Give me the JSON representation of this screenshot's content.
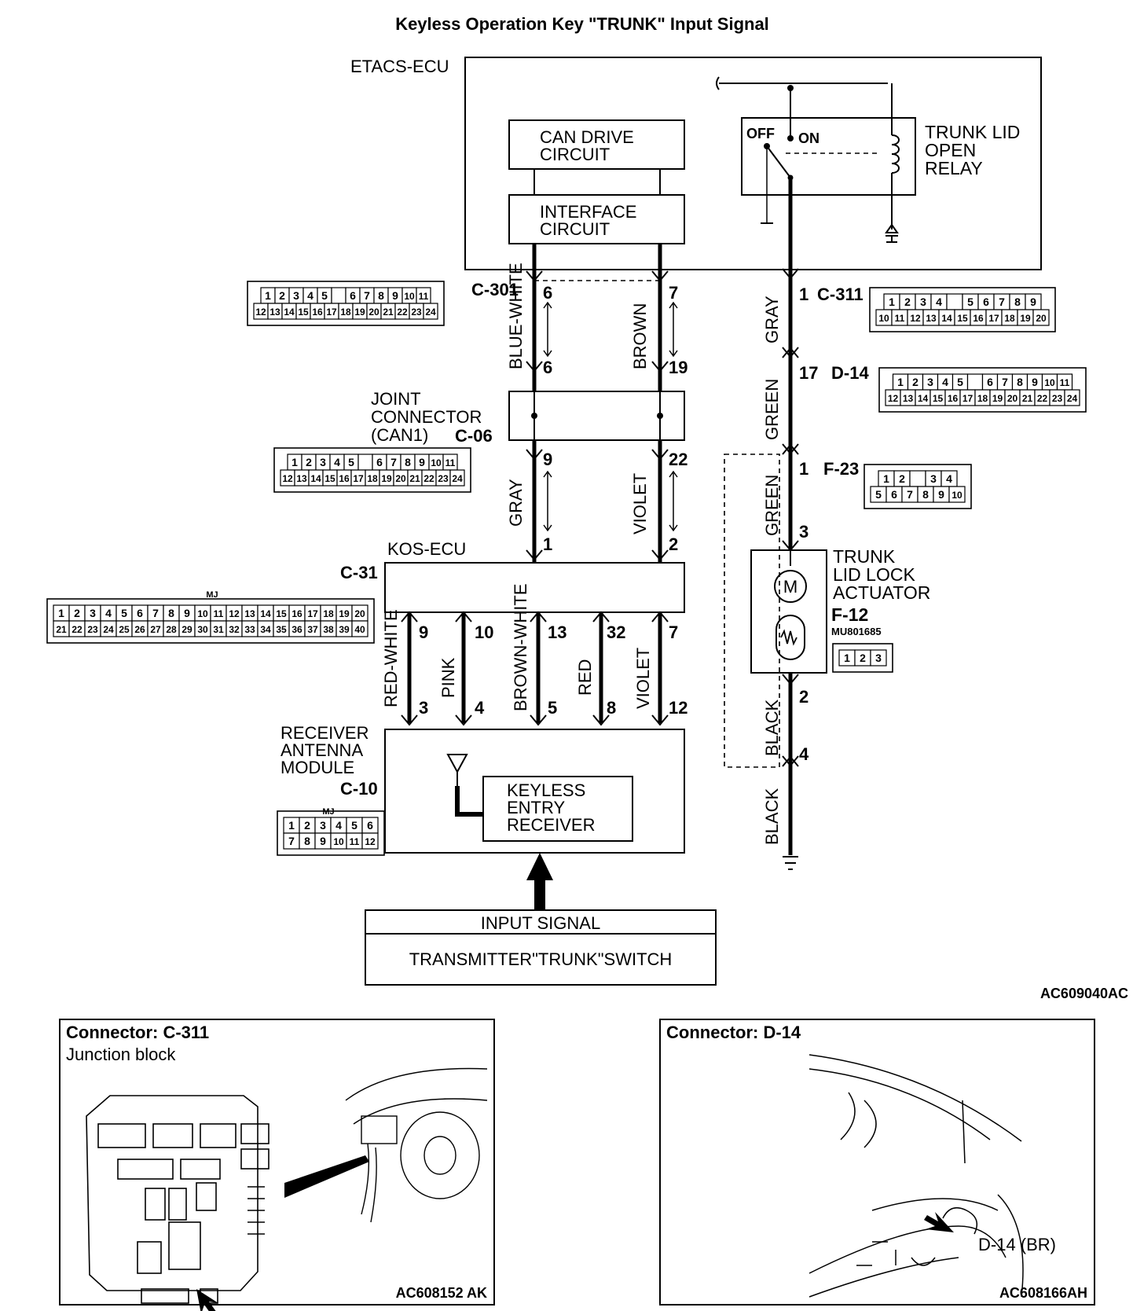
{
  "title": "Keyless Operation Key \"TRUNK\" Input Signal",
  "etacs": {
    "label": "ETACS-ECU",
    "can_drive": [
      "CAN DRIVE",
      "CIRCUIT"
    ],
    "interface": [
      "INTERFACE",
      "CIRCUIT"
    ],
    "relay": [
      "TRUNK LID",
      "OPEN",
      "RELAY"
    ],
    "off": "OFF",
    "on": "ON"
  },
  "connectors": {
    "c301": "C-301",
    "c06": "C-06",
    "c31": "C-31",
    "c10": "C-10",
    "c311": "C-311",
    "d14": "D-14",
    "f23": "F-23",
    "f12": "F-12",
    "mu": "MU801685",
    "mj": "MJ"
  },
  "joint": [
    "JOINT",
    "CONNECTOR",
    "(CAN1)"
  ],
  "kos_ecu": "KOS-ECU",
  "receiver": [
    "RECEIVER",
    "ANTENNA",
    "MODULE"
  ],
  "keyless": [
    "KEYLESS",
    "ENTRY",
    "RECEIVER"
  ],
  "actuator": [
    "TRUNK",
    "LID LOCK",
    "ACTUATOR"
  ],
  "input_signal": {
    "header": "INPUT SIGNAL",
    "value": "TRANSMITTER\"TRUNK\"SWITCH"
  },
  "wires": {
    "blue_white": "BLUE-WHITE",
    "brown": "BROWN",
    "gray": "GRAY",
    "violet": "VIOLET",
    "green": "GREEN",
    "black": "BLACK",
    "red_white": "RED-WHITE",
    "pink": "PINK",
    "brown_white": "BROWN-WHITE",
    "red": "RED"
  },
  "pins": {
    "p6a": "6",
    "p7a": "7",
    "p6b": "6",
    "p19": "19",
    "p9": "9",
    "p22": "22",
    "p1": "1",
    "p2": "2",
    "k9": "9",
    "k10": "10",
    "k13": "13",
    "k32": "32",
    "k7": "7",
    "r3": "3",
    "r4": "4",
    "r5": "5",
    "r8": "8",
    "r12": "12",
    "g1": "1",
    "g17": "17",
    "g1b": "1",
    "g3": "3",
    "g2": "2",
    "g4": "4"
  },
  "connector_grids": {
    "c301": {
      "rows": [
        [
          "1",
          "2",
          "3",
          "4",
          "5",
          "",
          "6",
          "7",
          "8",
          "9",
          "10",
          "11"
        ],
        [
          "12",
          "13",
          "14",
          "15",
          "16",
          "17",
          "18",
          "19",
          "20",
          "21",
          "22",
          "23",
          "24"
        ]
      ]
    },
    "c06": {
      "rows": [
        [
          "1",
          "2",
          "3",
          "4",
          "5",
          "",
          "6",
          "7",
          "8",
          "9",
          "10",
          "11"
        ],
        [
          "12",
          "13",
          "14",
          "15",
          "16",
          "17",
          "18",
          "19",
          "20",
          "21",
          "22",
          "23",
          "24"
        ]
      ]
    },
    "c31": {
      "rows": [
        [
          "1",
          "2",
          "3",
          "4",
          "5",
          "6",
          "7",
          "8",
          "9",
          "10",
          "11",
          "12",
          "13",
          "14",
          "15",
          "16",
          "17",
          "18",
          "19",
          "20"
        ],
        [
          "21",
          "22",
          "23",
          "24",
          "25",
          "26",
          "27",
          "28",
          "29",
          "30",
          "31",
          "32",
          "33",
          "34",
          "35",
          "36",
          "37",
          "38",
          "39",
          "40"
        ]
      ]
    },
    "c10": {
      "rows": [
        [
          "1",
          "2",
          "3",
          "4",
          "5",
          "6"
        ],
        [
          "7",
          "8",
          "9",
          "10",
          "11",
          "12"
        ]
      ]
    },
    "c311": {
      "rows": [
        [
          "1",
          "2",
          "3",
          "4",
          "",
          "5",
          "6",
          "7",
          "8",
          "9"
        ],
        [
          "10",
          "11",
          "12",
          "13",
          "14",
          "15",
          "16",
          "17",
          "18",
          "19",
          "20"
        ]
      ]
    },
    "d14": {
      "rows": [
        [
          "1",
          "2",
          "3",
          "4",
          "5",
          "",
          "6",
          "7",
          "8",
          "9",
          "10",
          "11"
        ],
        [
          "12",
          "13",
          "14",
          "15",
          "16",
          "17",
          "18",
          "19",
          "20",
          "21",
          "22",
          "23",
          "24"
        ]
      ]
    },
    "f23": {
      "rows": [
        [
          "1",
          "2",
          "",
          "3",
          "4"
        ],
        [
          "5",
          "6",
          "7",
          "8",
          "9",
          "10"
        ]
      ]
    },
    "f12": {
      "rows": [
        [
          "1",
          "2",
          "3"
        ]
      ]
    }
  },
  "figure_codes": {
    "main": "AC609040AC",
    "left": "AC608152 AK",
    "right": "AC608166AH"
  },
  "panel_left": {
    "title": "Connector: C-311",
    "subtitle": "Junction block"
  },
  "panel_right": {
    "title": "Connector: D-14",
    "callout": "D-14 (BR)"
  }
}
